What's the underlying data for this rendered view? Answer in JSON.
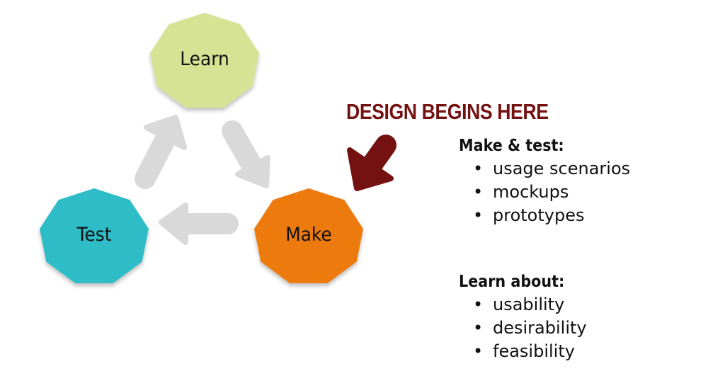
{
  "nodes": [
    {
      "id": "learn",
      "label": "Learn",
      "color": "#d7e394"
    },
    {
      "id": "make",
      "label": "Make",
      "color": "#ec7a10"
    },
    {
      "id": "test",
      "label": "Test",
      "color": "#2fbdc7"
    }
  ],
  "arrow_color": "#d9d9d9",
  "callout": {
    "label": "DESIGN BEGINS HERE",
    "color": "#741212"
  },
  "make_test": {
    "heading": "Make & test:",
    "items": [
      "usage scenarios",
      "mockups",
      "prototypes"
    ]
  },
  "learn_about": {
    "heading": "Learn about:",
    "items": [
      "usability",
      "desirability",
      "feasibility"
    ]
  }
}
